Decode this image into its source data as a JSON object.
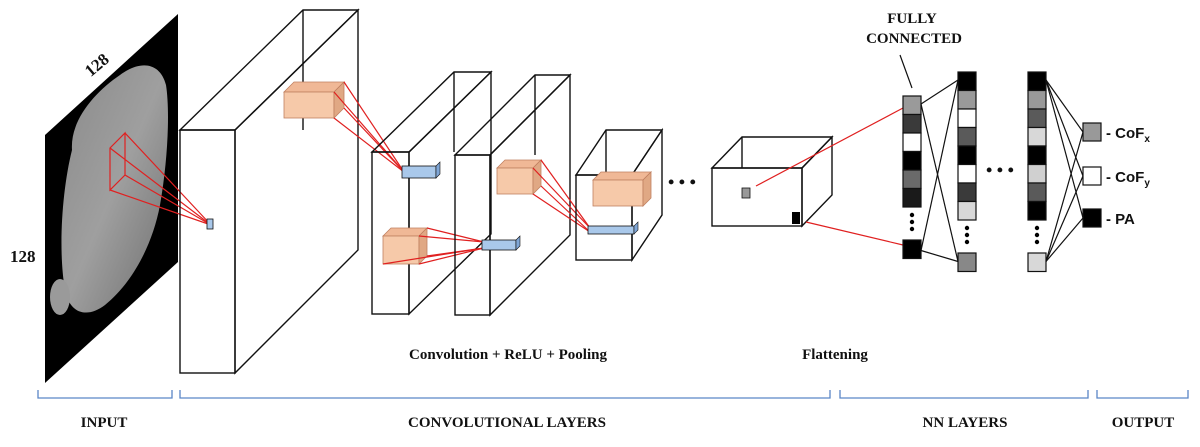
{
  "input": {
    "size_top": "128",
    "size_left": "128"
  },
  "labels": {
    "fully_connected_1": "FULLY",
    "fully_connected_2": "CONNECTED",
    "conv_relu_pool": "Convolution + ReLU + Pooling",
    "flattening": "Flattening",
    "ellipsis": "• • •"
  },
  "outputs": [
    {
      "text": "- CoF",
      "sub": "x",
      "color": "#999999"
    },
    {
      "text": "- CoF",
      "sub": "y",
      "color": "#ffffff"
    },
    {
      "text": "- PA",
      "sub": "",
      "color": "#000000"
    }
  ],
  "sections": {
    "input": "INPUT",
    "conv": "CONVOLUTIONAL  LAYERS",
    "nn": "NN LAYERS",
    "output": "OUTPUT"
  },
  "colors": {
    "red_line": "#e02020",
    "kernel_fill": "#f6c9a9",
    "feature_blue": "#a9c8ea",
    "brace": "#5b86c6"
  },
  "fc_columns": [
    [
      "#9a9a9a",
      "#3a3a3a",
      "#ffffff",
      "#000000",
      "#6a6a6a",
      "#1a1a1a",
      "#000000"
    ],
    [
      "#000000",
      "#9a9a9a",
      "#ffffff",
      "#5a5a5a",
      "#000000",
      "#ffffff",
      "#3a3a3a",
      "#d8d8d8",
      "#888888"
    ],
    [
      "#000000",
      "#999999",
      "#5a5a5a",
      "#d8d8d8",
      "#000000",
      "#d0d0d0",
      "#5a5a5a",
      "#000000",
      "#d8d8d8"
    ]
  ]
}
